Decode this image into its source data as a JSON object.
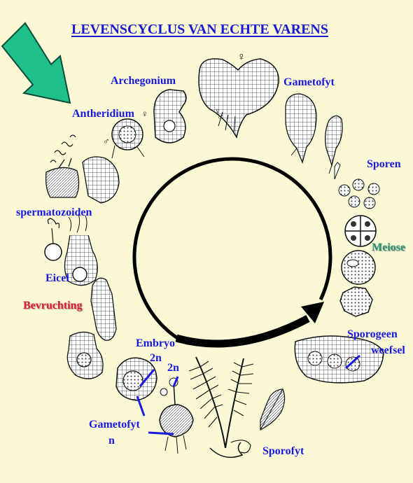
{
  "title": "LEVENSCYCLUS VAN ECHTE VARENS",
  "labels": {
    "archegonium": "Archegonium",
    "gametofyt_top": "Gametofyt",
    "antheridium": "Antheridium",
    "sporen": "Sporen",
    "spermatozoiden": "spermatozoiden",
    "meiose": "Meiose",
    "eicel": "Eicel",
    "bevruchting": "Bevruchting",
    "sporogeen": "Sporogeen",
    "weefsel": "weefsel",
    "embryo": "Embryo",
    "embryo_ploidy": "2n",
    "young_sporophyte_ploidy": "2n",
    "gametofyt_bottom": "Gametofyt",
    "gametofyt_bottom_ploidy": "n",
    "sporofyt": "Sporofyt"
  },
  "symbols": {
    "female": "♀",
    "male": "♂"
  },
  "colors": {
    "background": "#fbf8d6",
    "label_blue": "#1a1adf",
    "fertilization_red": "#e0202a",
    "meiosis_green": "#2a8f6a",
    "arrow_green": "#1fbf8a",
    "cycle_line": "#000000"
  }
}
